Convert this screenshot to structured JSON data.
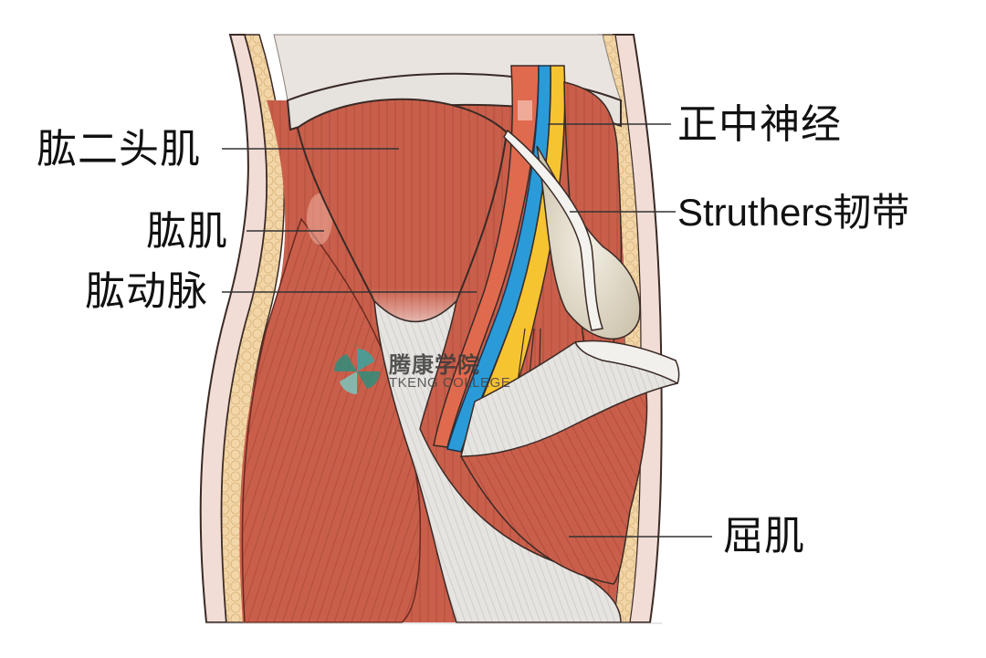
{
  "figure": {
    "subject": "Arm anatomy - Struthers ligament region",
    "colors": {
      "muscle": "#c95f4b",
      "muscle_dark": "#a84535",
      "artery": "#e06a4e",
      "vein": "#2a9bd8",
      "nerve": "#f7c431",
      "tendon": "#e4e2df",
      "fat": "#f1d3a4",
      "skin": "#f1dcd6",
      "bone": "#ddd6c4"
    }
  },
  "labels": {
    "biceps": "肱二头肌",
    "brachialis": "肱肌",
    "brachial_artery": "肱动脉",
    "median_nerve": "正中神经",
    "struthers_ligament": "Struthers韧带",
    "flexors": "屈肌"
  },
  "watermark": {
    "name_cn": "腾康学院",
    "name_en": "TKENG COLLEGE",
    "logo_colors": [
      "#2e8e7c",
      "#3aa6a0",
      "#7cc7bd"
    ]
  }
}
